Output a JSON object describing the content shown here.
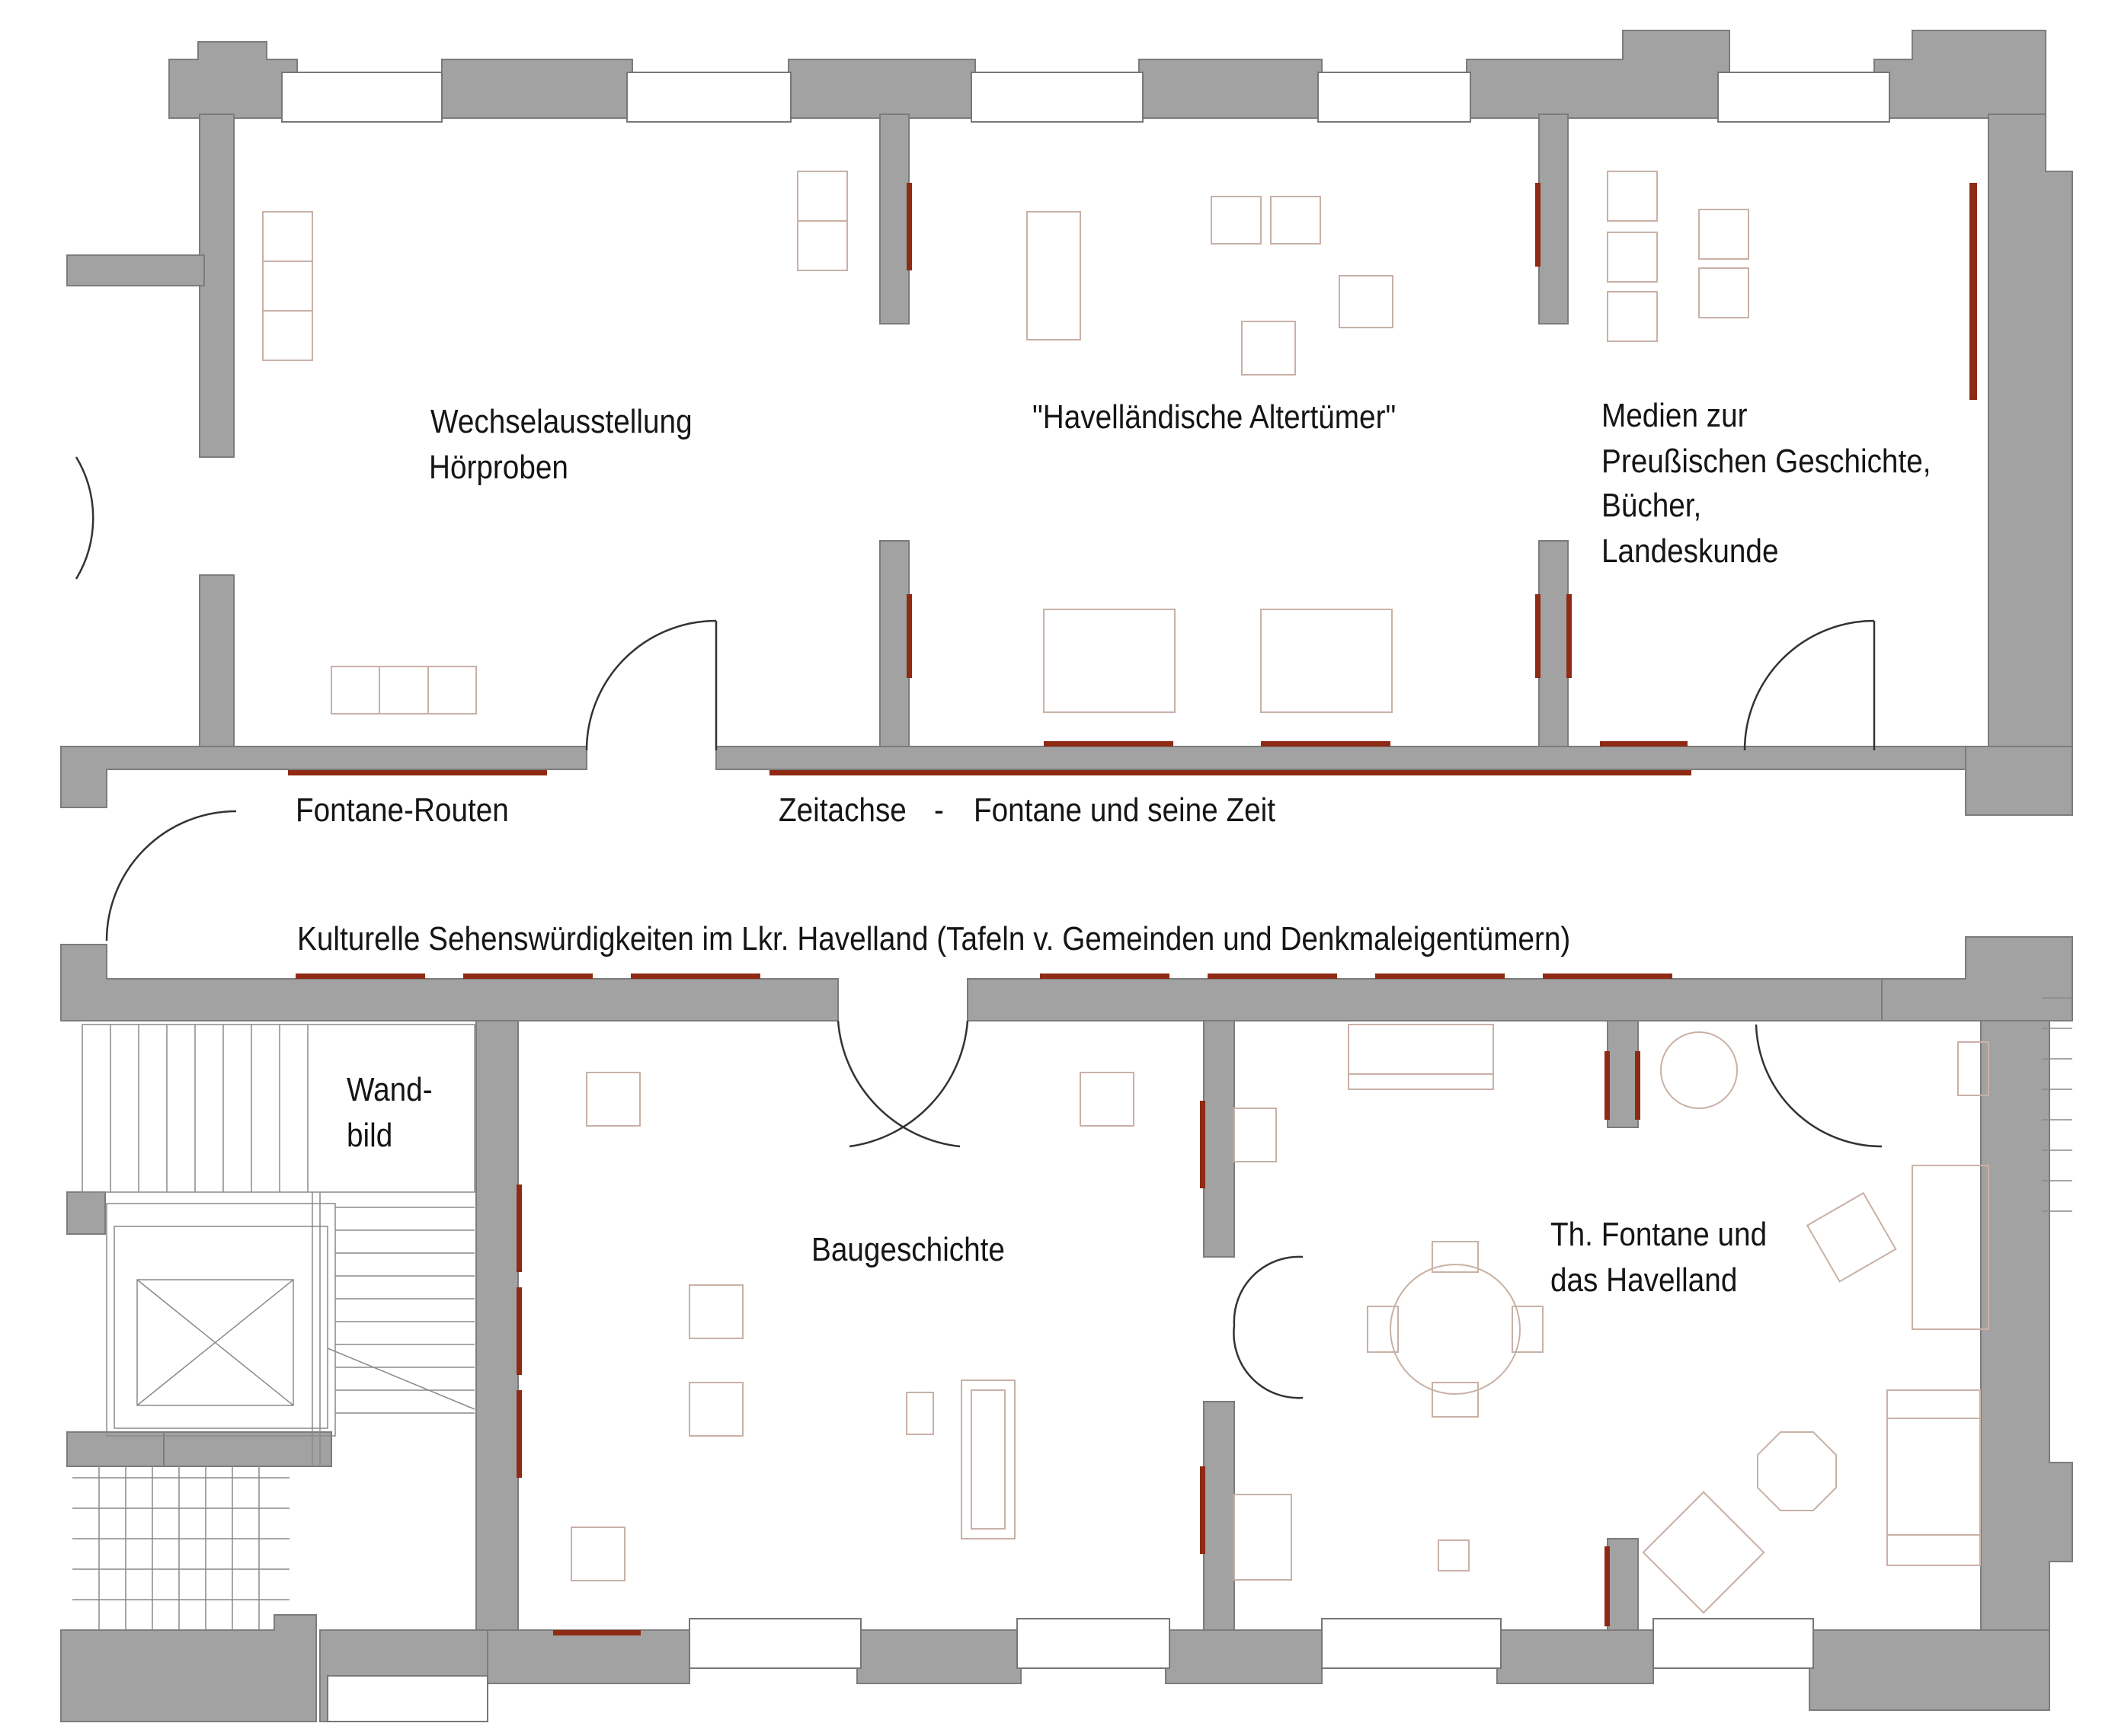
{
  "labels": {
    "wechsel_1": "Wechselausstellung",
    "wechsel_2": "Hörproben",
    "havell_alt": "\"Havelländische Altertümer\"",
    "medien_1": "Medien zur",
    "medien_2": "Preußischen Geschichte,",
    "medien_3": "Bücher,",
    "medien_4": "Landeskunde",
    "routes": "Fontane-Routen",
    "zeitachse": "Zeitachse",
    "dash": "-",
    "fontane_zeit": "Fontane und seine Zeit",
    "kulturelle": "Kulturelle Sehenswürdigkeiten im Lkr. Havelland (Tafeln v. Gemeinden und Denkmaleigentümern)",
    "wand_1": "Wand-",
    "wand_2": "bild",
    "bau": "Baugeschichte",
    "th_1": "Th. Fontane und",
    "th_2": "das Havelland"
  },
  "colors": {
    "wall": "#a2a2a2",
    "exhibit_panel": "#8f2a14",
    "furniture": "#c9b1a6",
    "background": "#ffffff"
  }
}
